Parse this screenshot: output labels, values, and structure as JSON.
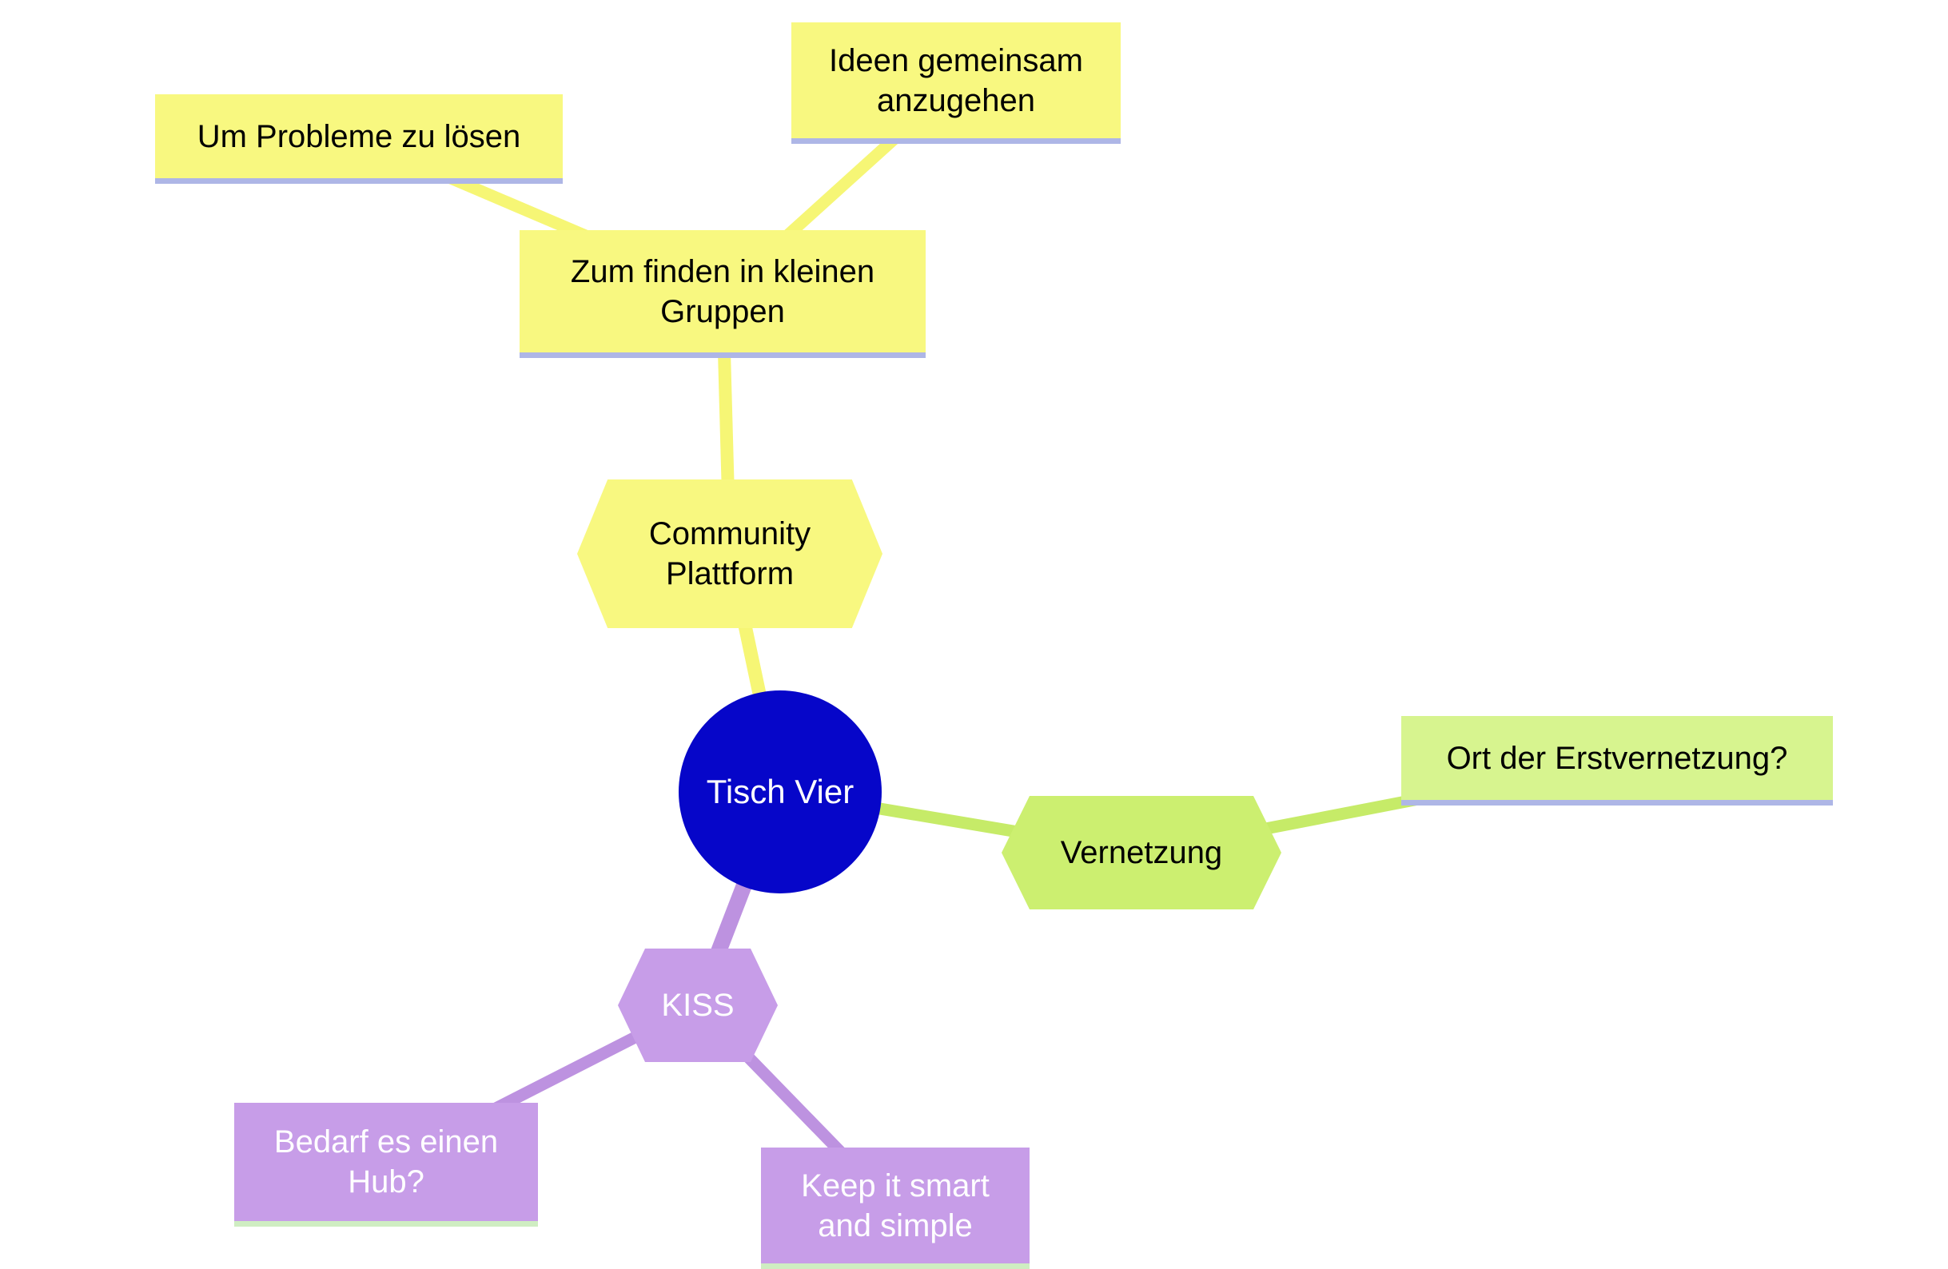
{
  "colors": {
    "branch_yellow": "#F6F675",
    "branch_green": "#C6EB68",
    "branch_purple": "#BD92E0",
    "root_blue": "#0606C9",
    "node_yellow": "#F8F880",
    "node_green_hexagon": "#CCEF70",
    "node_green_box": "#D7F48F",
    "node_purple": "#C79DE8",
    "underline_periwinkle": "#AEB6E6",
    "underline_pale_green": "#CFEDC2"
  },
  "mindmap": {
    "root": {
      "label": "Tisch Vier"
    },
    "branch_community": {
      "hexagon": {
        "label": "Community Plattform"
      },
      "child": {
        "label": "Zum finden in kleinen Gruppen"
      },
      "grandchildren": {
        "um_probleme": {
          "label": "Um Probleme zu lösen"
        },
        "ideen": {
          "label": "Ideen gemeinsam anzugehen"
        }
      }
    },
    "branch_vernetzung": {
      "hexagon": {
        "label": "Vernetzung"
      },
      "child": {
        "label": "Ort der Erstvernetzung?"
      }
    },
    "branch_kiss": {
      "hexagon": {
        "label": "KISS"
      },
      "children": {
        "bedarf": {
          "label": "Bedarf es einen Hub?"
        },
        "keep": {
          "label": "Keep it smart and simple"
        }
      }
    }
  }
}
